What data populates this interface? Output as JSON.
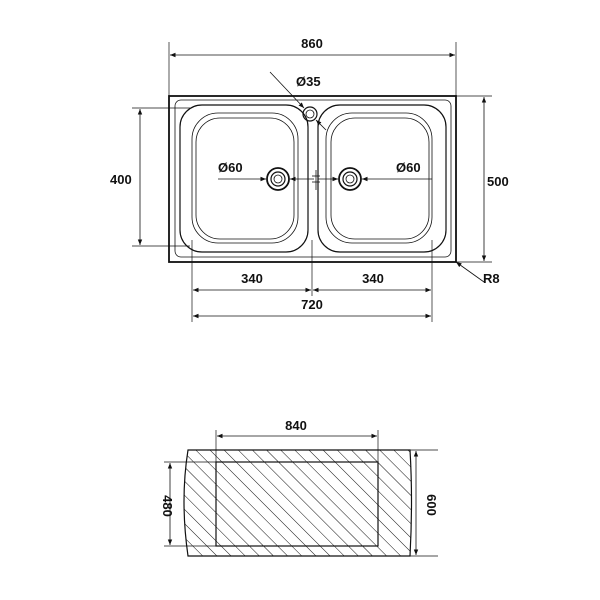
{
  "top_view": {
    "overall_width": "860",
    "overall_depth": "500",
    "bowl_depth": "400",
    "tap_hole": "Ø35",
    "drain_left": "Ø60",
    "drain_right": "Ø60",
    "bowl_left_width": "340",
    "bowl_right_width": "340",
    "bowls_total_width": "720",
    "corner_radius": "R8"
  },
  "cutout_view": {
    "cutout_width": "840",
    "cutout_depth_left": "480",
    "cutout_depth_right": "600"
  }
}
